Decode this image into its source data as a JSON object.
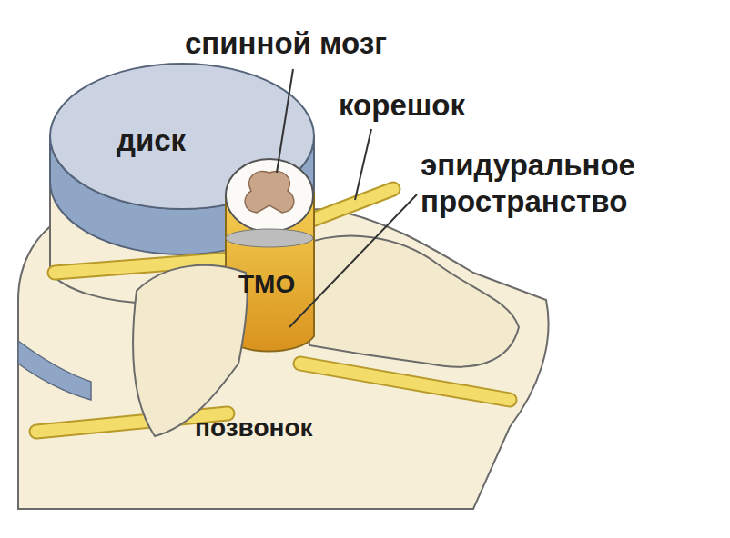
{
  "diagram": {
    "labels": [
      "спинной мозг",
      "корешок",
      "эпидуральное пространство",
      "диск",
      "ТМО",
      "позвонок"
    ]
  }
}
